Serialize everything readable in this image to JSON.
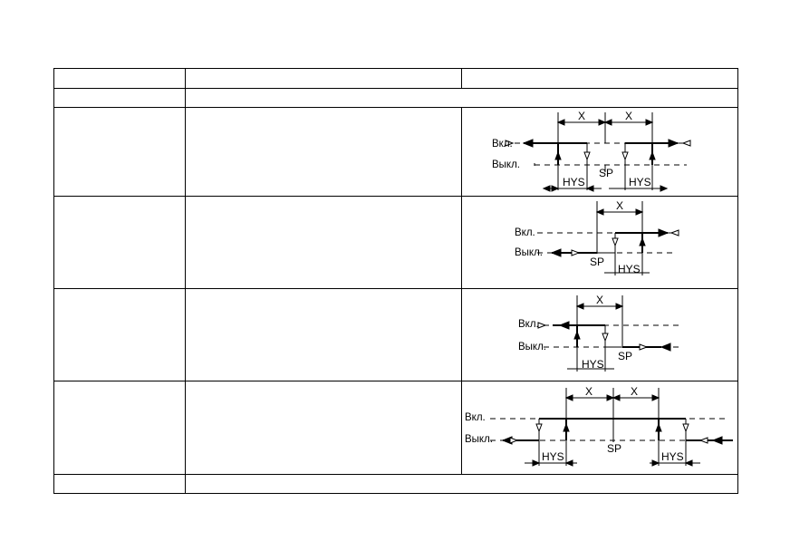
{
  "diagrams": [
    {
      "name": "diagram-window-normally-closed",
      "labels": {
        "on": "Вкл.",
        "off": "Выкл.",
        "sp": "SP",
        "x1": "X",
        "x2": "X",
        "hys1": "HYS",
        "hys2": "HYS"
      }
    },
    {
      "name": "diagram-hysteresis-normally-open",
      "labels": {
        "on": "Вкл.",
        "off": "Выкл.",
        "sp": "SP",
        "x1": "X",
        "hys1": "HYS"
      }
    },
    {
      "name": "diagram-hysteresis-normally-closed",
      "labels": {
        "on": "Вкл.",
        "off": "Выкл.",
        "sp": "SP",
        "x1": "X",
        "hys1": "HYS"
      }
    },
    {
      "name": "diagram-window-normally-open",
      "labels": {
        "on": "Вкл.",
        "off": "Выкл.",
        "sp": "SP",
        "x1": "X",
        "x2": "X",
        "hys1": "HYS",
        "hys2": "HYS"
      }
    }
  ],
  "colors": {
    "line": "#000000",
    "background": "#ffffff"
  }
}
